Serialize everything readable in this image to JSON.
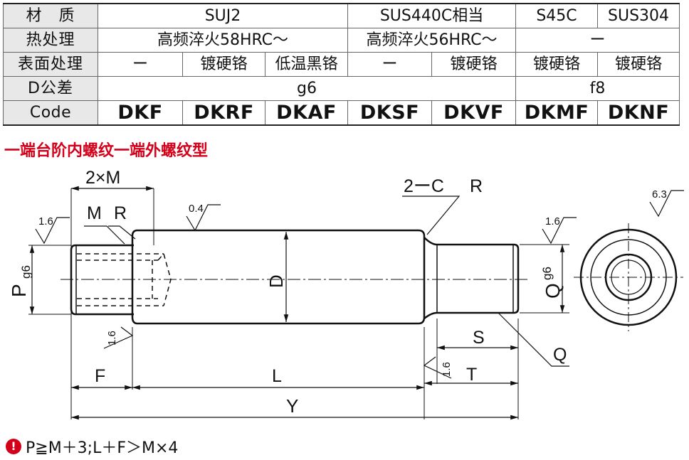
{
  "table": {
    "rows": [
      {
        "kind": "material",
        "label": "材　质",
        "cells": [
          "SUJ2",
          "SUS440C相当",
          "S45C",
          "SUS304"
        ]
      },
      {
        "kind": "heat",
        "label": "热处理",
        "cells": [
          "高频淬火58HRC～",
          "高频淬火56HRC～",
          "ー"
        ]
      },
      {
        "kind": "surface",
        "label": "表面处理",
        "cells": [
          "ー",
          "镀硬铬",
          "低温黑铬",
          "ー",
          "镀硬铬",
          "镀硬铬",
          "镀硬铬"
        ]
      },
      {
        "kind": "tolerance",
        "label": "D公差",
        "cells": [
          "g6",
          "f8"
        ]
      },
      {
        "kind": "code",
        "label": "Code",
        "cells": [
          "DKF",
          "DKRF",
          "DKAF",
          "DKSF",
          "DKVF",
          "DKMF",
          "DKNF"
        ]
      }
    ]
  },
  "subtitle": "一端台阶内螺纹一端外螺纹型",
  "drawing": {
    "labels": {
      "two_m": "2×M",
      "m": "M",
      "r_left": "R",
      "two_c": "2ーC",
      "r_right": "R",
      "d": "D",
      "p": "P",
      "p_tol": "g6",
      "q": "Q",
      "q_tol": "g6",
      "s": "S",
      "t": "T",
      "q_leader": "Q",
      "f": "F",
      "l": "L",
      "y": "Y"
    },
    "roughness": {
      "left_top": "1.6",
      "center": "0.4",
      "right_top": "1.6",
      "end_view": "6.3",
      "left_bottom": "1.6",
      "right_bottom": "1.6"
    }
  },
  "note": {
    "icon": "warning-icon",
    "text": "P≧M＋3;L＋F＞M×4"
  },
  "colors": {
    "accent": "#d4001a",
    "header_bg": "#e8e8e8"
  }
}
